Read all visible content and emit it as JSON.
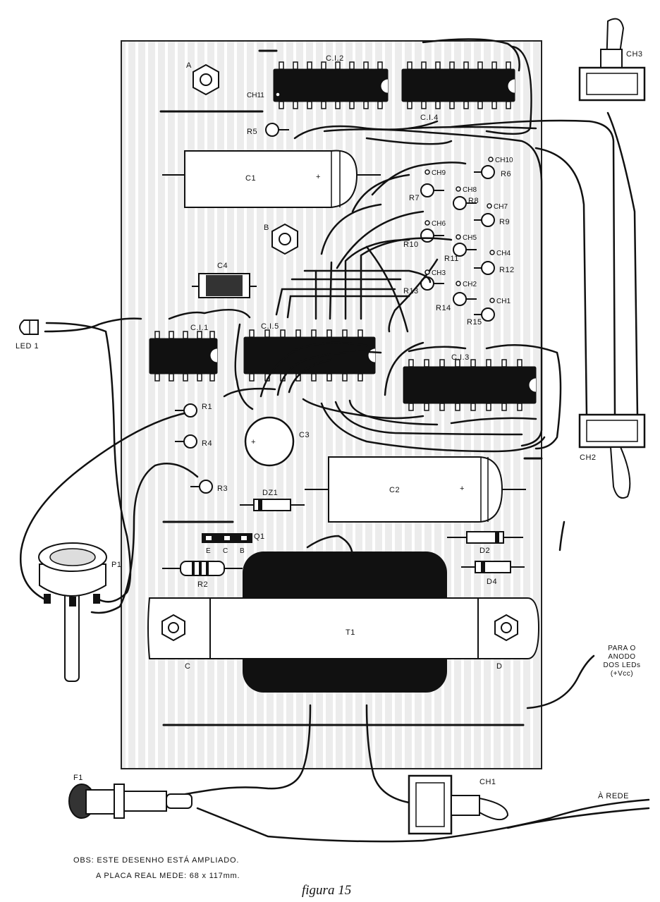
{
  "caption": "figura 15",
  "note": {
    "line1": "OBS: ESTE DESENHO ESTÁ AMPLIADO.",
    "line2": "A PLACA REAL MEDE: 68 x 117mm."
  },
  "annotation": {
    "l1": "PARA O",
    "l2": "ANODO",
    "l3": "DOS LEDs",
    "l4": "(+Vcc)"
  },
  "labels": {
    "ci1": "C.I.1",
    "ci2": "C.I.2",
    "ci3": "C.I.3",
    "ci4": "C.I.4",
    "ci5": "C.I.5",
    "c1": "C1",
    "c2": "C2",
    "c3": "C3",
    "c4": "C4",
    "t1": "T1",
    "q1": "Q1",
    "e": "E",
    "c": "C",
    "b": "B",
    "dz1": "DZ1",
    "d2": "D2",
    "d4": "D4",
    "r1": "R1",
    "r2": "R2",
    "r3": "R3",
    "r4": "R4",
    "r5": "R5",
    "r6": "R6",
    "r7": "R7",
    "r8": "R8",
    "r9": "R9",
    "r10": "R10",
    "r11": "R11",
    "r12": "R12",
    "r13": "R13",
    "r14": "R14",
    "r15": "R15",
    "ch1": "CH1",
    "ch2": "CH2",
    "ch3": "CH3",
    "pch1": "CH1",
    "pch2": "CH2",
    "pch3": "CH3",
    "pch4": "CH4",
    "pch5": "CH5",
    "pch6": "CH6",
    "pch7": "CH7",
    "pch8": "CH8",
    "pch9": "CH9",
    "pch10": "CH10",
    "pch11": "CH11",
    "led1": "LED 1",
    "p1": "P1",
    "f1": "F1",
    "a": "A",
    "bb": "B",
    "cc": "C",
    "dd": "D",
    "rede": "À REDE"
  }
}
